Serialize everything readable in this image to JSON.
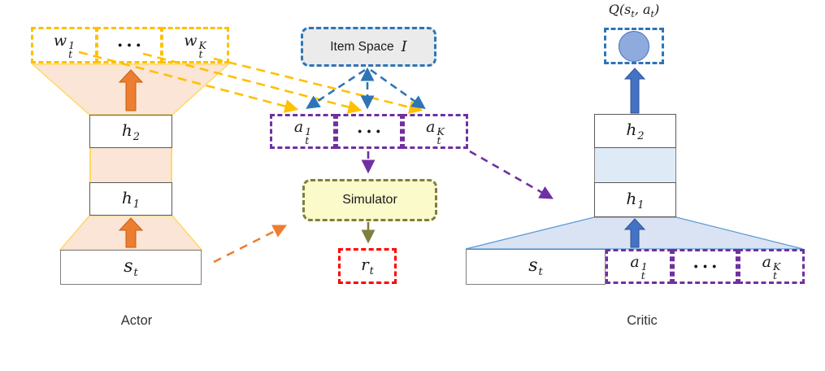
{
  "figure": {
    "actor": {
      "caption": "Actor",
      "weights": [
        {
          "base": "w",
          "sub": "t",
          "sup": "1"
        },
        {
          "dots": "···"
        },
        {
          "base": "w",
          "sub": "t",
          "sup": "K"
        }
      ],
      "h2": {
        "base": "h",
        "sub": "2"
      },
      "h1": {
        "base": "h",
        "sub": "1"
      },
      "state": {
        "base": "s",
        "sub": "t"
      }
    },
    "item_space": {
      "label": "Item Space",
      "symbol": "I"
    },
    "actions": [
      {
        "base": "a",
        "sub": "t",
        "sup": "1"
      },
      {
        "dots": "···"
      },
      {
        "base": "a",
        "sub": "t",
        "sup": "K"
      }
    ],
    "simulator": {
      "label": "Simulator"
    },
    "reward": {
      "base": "r",
      "sub": "t"
    },
    "critic": {
      "caption": "Critic",
      "q": {
        "func": "Q",
        "open": "(",
        "s": "s",
        "s_sub": "t",
        "comma": ", ",
        "a": "a",
        "a_sub": "t",
        "close": ")"
      },
      "h2": {
        "base": "h",
        "sub": "2"
      },
      "h1": {
        "base": "h",
        "sub": "1"
      },
      "state": {
        "base": "s",
        "sub": "t"
      },
      "actions": [
        {
          "base": "a",
          "sub": "t",
          "sup": "1"
        },
        {
          "dots": "···"
        },
        {
          "base": "a",
          "sub": "t",
          "sup": "K"
        }
      ]
    },
    "colors": {
      "gold": "#FFC000",
      "orange": "#ED7D31",
      "peach": "#FBE5D6",
      "purple": "#7030A0",
      "blue": "#2E75B6",
      "arrow_blue": "#4472C4",
      "light_blue": "#DAE3F3",
      "band_blue": "#DEEBF7",
      "olive": "#7F7F3F",
      "pale_yellow": "#FBFACB",
      "red": "#FF0000",
      "grey": "#EBEBEB"
    }
  }
}
